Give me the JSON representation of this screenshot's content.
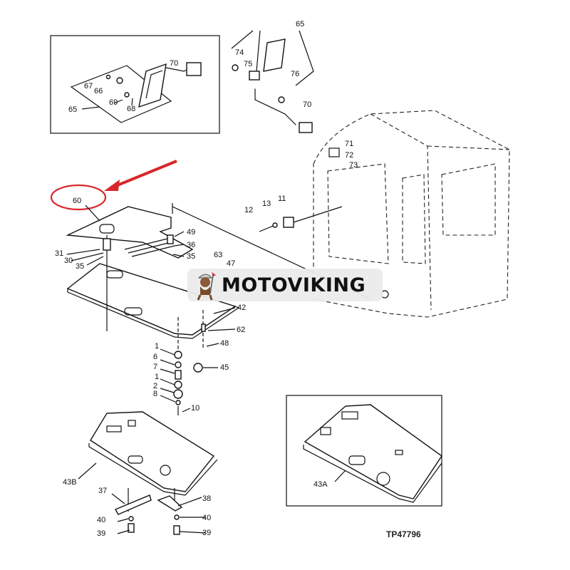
{
  "labels": [
    "70",
    "67",
    "66",
    "65",
    "69",
    "68",
    "65",
    "74",
    "75",
    "76",
    "70",
    "71",
    "72",
    "73",
    "11",
    "13",
    "12",
    "60",
    "49",
    "36",
    "35",
    "31",
    "30",
    "35",
    "63",
    "47",
    "42",
    "62",
    "48",
    "45",
    "1",
    "6",
    "7",
    "1",
    "2",
    "8",
    "10",
    "43B",
    "37",
    "38",
    "40",
    "39",
    "40",
    "39",
    "43A"
  ],
  "drawing_code": "TP47796",
  "watermark": "MOTOVIKING",
  "colors": {
    "highlight": "#d9262b",
    "line": "#111111",
    "watermark_bg": "#ebebeb"
  }
}
